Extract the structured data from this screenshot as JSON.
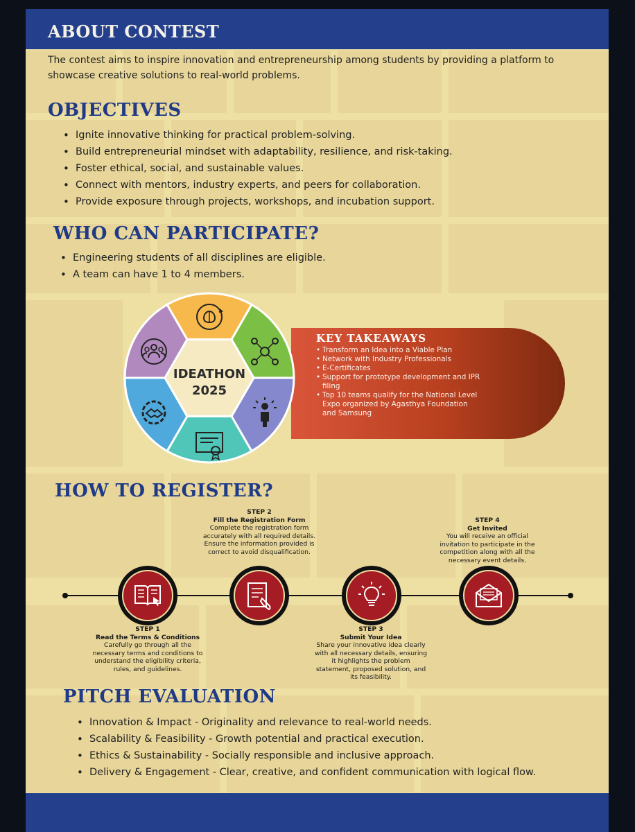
{
  "about": {
    "heading": "ABOUT CONTEST",
    "text": "The contest aims to inspire innovation and entrepreneurship among students by providing a platform to showcase creative solutions to real-world problems."
  },
  "objectives": {
    "heading": "OBJECTIVES",
    "items": [
      "Ignite innovative thinking for practical problem-solving.",
      "Build entrepreneurial mindset with adaptability, resilience, and risk-taking.",
      "Foster ethical, social, and sustainable values.",
      "Connect with mentors, industry experts, and peers for collaboration.",
      "Provide exposure through projects, workshops, and incubation support."
    ]
  },
  "participate": {
    "heading": "WHO CAN PARTICIPATE?",
    "items": [
      "Engineering students of all disciplines are eligible.",
      "A team can have 1 to 4 members."
    ]
  },
  "wheel": {
    "title_line1": "IDEATHON",
    "title_line2": "2025",
    "segment_colors": [
      "#f7b84c",
      "#7cbf45",
      "#8588cc",
      "#4fc6b7",
      "#4fa9dc",
      "#b189bf"
    ],
    "icons": [
      "brain-cycle-icon",
      "network-people-icon",
      "idea-person-icon",
      "certificate-icon",
      "handshake-gear-icon",
      "team-icon"
    ]
  },
  "takeaways": {
    "heading": "KEY TAKEAWAYS",
    "items": [
      "Transform an Idea into a Viable Plan",
      "Network with Industry Professionals",
      "E-Certificates",
      "Support for prototype development and IPR filing",
      "Top 10 teams qualify for the National Level Expo organized by Agasthya Foundation and Samsung"
    ]
  },
  "register": {
    "heading": "HOW TO REGISTER?",
    "steps": [
      {
        "label": "STEP 1",
        "title": "Read the Terms & Conditions",
        "desc": "Carefully go through all the necessary terms and conditions to understand the eligibility criteria, rules, and guidelines.",
        "icon": "book-pointer-icon"
      },
      {
        "label": "STEP 2",
        "title": "Fill the Registration Form",
        "desc": "Complete the registration form accurately with all required details. Ensure the information provided is correct to avoid disqualification.",
        "icon": "form-hand-icon"
      },
      {
        "label": "STEP 3",
        "title": "Submit Your Idea",
        "desc": "Share your innovative idea clearly with all necessary details, ensuring it highlights the problem statement, proposed solution, and its feasibility.",
        "icon": "lightbulb-icon"
      },
      {
        "label": "STEP 4",
        "title": "Get Invited",
        "desc": "You will receive an official invitation to participate in the competition along with all the necessary event details.",
        "icon": "envelope-icon"
      }
    ]
  },
  "pitch": {
    "heading": "PITCH EVALUATION",
    "items": [
      "Innovation & Impact - Originality and relevance to real-world needs.",
      "Scalability & Feasibility - Growth potential and practical execution.",
      "Ethics & Sustainability - Socially responsible and inclusive approach.",
      "Delivery & Engagement - Clear, creative, and confident communication with logical flow."
    ]
  },
  "colors": {
    "band": "#243f8c",
    "heading_blue": "#1f3a86",
    "page_bg": "#eedfa3",
    "step_red": "#a51c24",
    "takeaway_gradient": [
      "#d9553a",
      "#7e2a10"
    ]
  }
}
